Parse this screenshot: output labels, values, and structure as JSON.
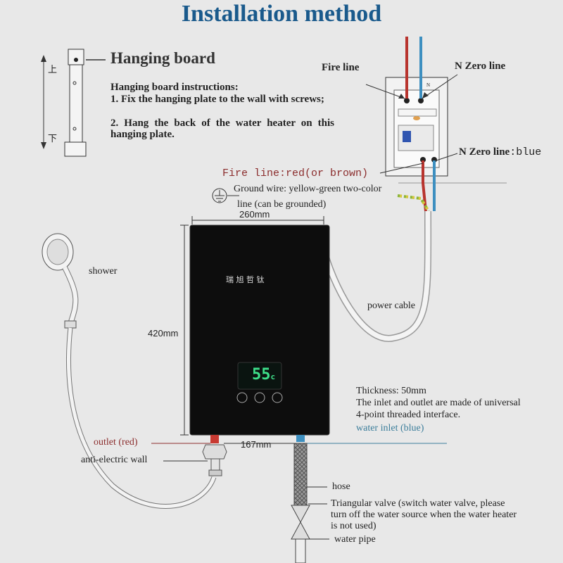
{
  "title": "Installation method",
  "hanging_board": {
    "heading": "Hanging board",
    "instructions_title": "Hanging board instructions:",
    "step1": "1. Fix the hanging plate to the wall with screws;",
    "step2": "2. Hang the back of the water heater on this hanging plate.",
    "mark_top": "上",
    "mark_bottom": "下"
  },
  "wiring": {
    "fire_line": "Fire line",
    "n_zero_line_top": "N Zero line",
    "n_zero_line_bold": "N Zero line",
    "n_zero_line_color": ":blue",
    "fire_line_red": "Fire line:red(or brown)",
    "ground_wire_1": "Ground wire: yellow-green two-color",
    "ground_wire_2": "line (can be grounded)",
    "switch_letter": "N"
  },
  "dimensions": {
    "width": "260mm",
    "height": "420mm",
    "spacing": "167mm"
  },
  "heater": {
    "brand": "瑞 旭 哲 钛",
    "display": "55",
    "unit": "c"
  },
  "labels": {
    "shower": "shower",
    "power_cable": "power cable",
    "thickness": "Thickness: 50mm",
    "interface_1": "The inlet and outlet are made of universal",
    "interface_2": "4-point threaded interface.",
    "water_inlet": "water inlet (blue)",
    "outlet": "outlet (red)",
    "anti_electric_wall": "anti-electric wall",
    "hose": "hose",
    "valve_1": "Triangular valve (switch water valve, please",
    "valve_2": "turn off the water source when the water heater",
    "valve_3": "is not used)",
    "water_pipe": "water pipe"
  },
  "colors": {
    "title": "#1a5a8c",
    "fire_wire": "#b8342e",
    "zero_wire": "#3d8fc0",
    "ground_wire": "#8ab43a",
    "heater_body": "#0d0d0d",
    "lcd": "#3ee08a"
  }
}
